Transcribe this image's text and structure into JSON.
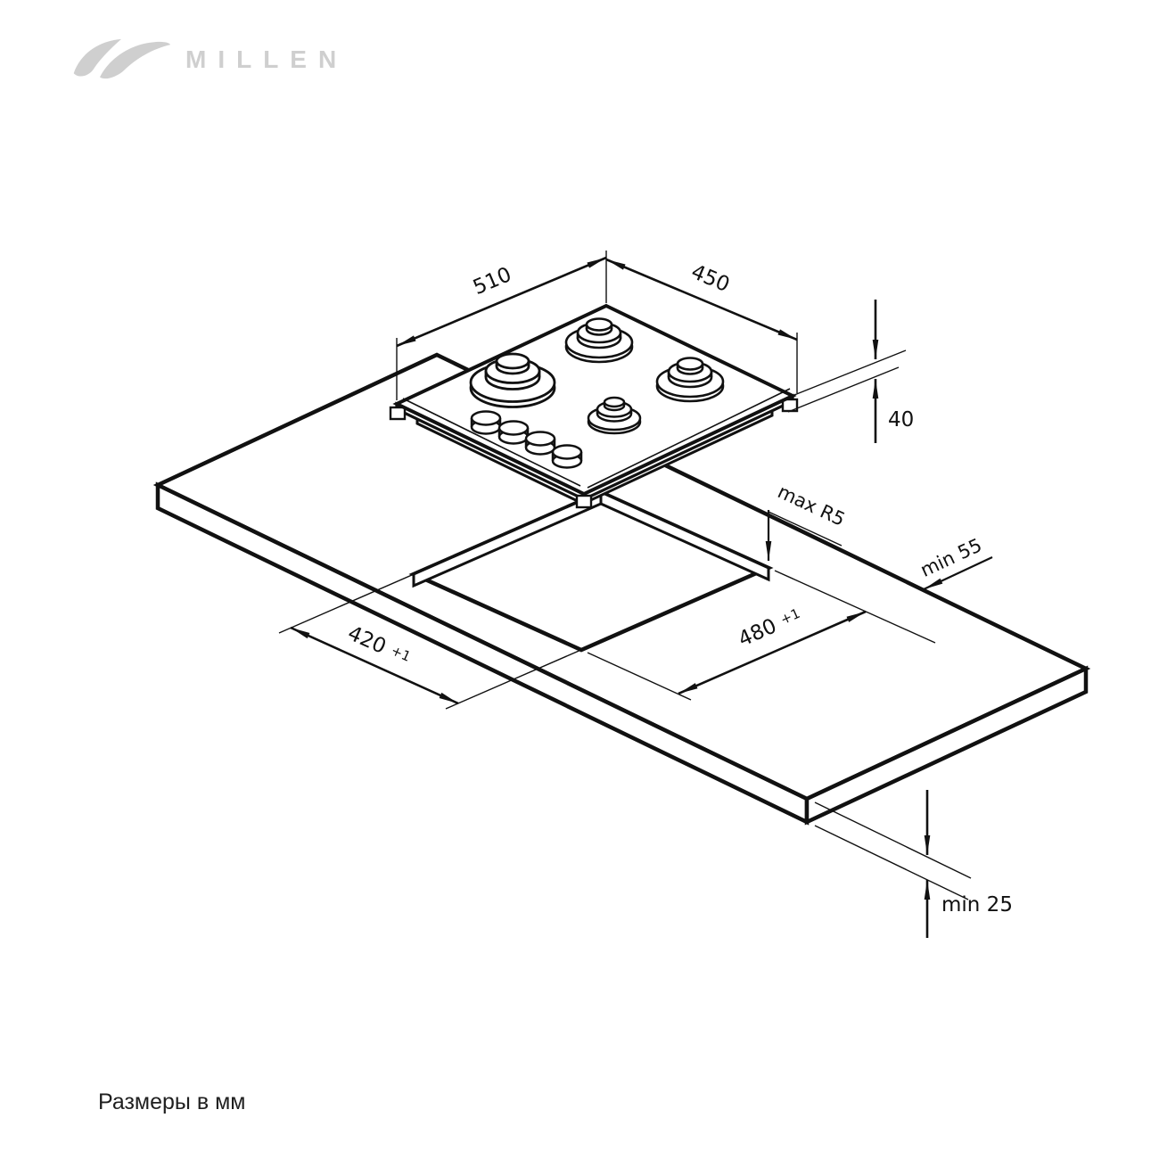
{
  "brand": {
    "logo_text": "MILLEN"
  },
  "footer": {
    "note": "Размеры в мм"
  },
  "colors": {
    "line": "#111111",
    "logo": "#cfcfcf",
    "background": "#ffffff"
  },
  "diagram": {
    "type": "installation-drawing",
    "product": "built-in 4-burner gas hob over worktop cutout",
    "units": "mm",
    "dimensions": {
      "hob_width": "510",
      "hob_depth": "450",
      "hob_height": "40",
      "cutout_width": "480",
      "cutout_width_tol": "+1",
      "cutout_depth": "420",
      "cutout_depth_tol": "+1",
      "corner_radius": "max R5",
      "rear_clearance": "min 55",
      "worktop_thickness": "min 25"
    }
  }
}
